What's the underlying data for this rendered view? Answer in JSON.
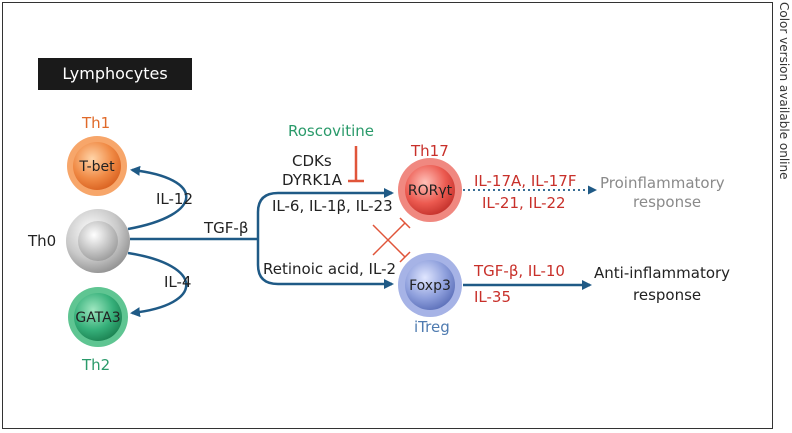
{
  "title": "Lymphocytes",
  "side_note": "Color version available online",
  "cells": {
    "th1": {
      "name": "Th1",
      "factor": "T-bet"
    },
    "th0": {
      "name": "Th0"
    },
    "th2": {
      "name": "Th2",
      "factor": "GATA3"
    },
    "th17": {
      "name": "Th17",
      "factor": "RORγt"
    },
    "itreg": {
      "name": "iTreg",
      "factor": "Foxp3"
    }
  },
  "labels": {
    "il12": "IL-12",
    "il4": "IL-4",
    "tgfb": "TGF-β",
    "roscovitine": "Roscovitine",
    "cdks": "CDKs",
    "dyrk1a": "DYRK1A",
    "th17_inducers": "IL-6, IL-1β, IL-23",
    "treg_inducers": "Retinoic acid, IL-2",
    "th17_cytokines_1": "IL-17A, IL-17F",
    "th17_cytokines_2": "IL-21, IL-22",
    "treg_cytokines_1": "TGF-β, IL-10",
    "treg_cytokines_2": "IL-35",
    "proinflammatory_1": "Proinflammatory",
    "proinflammatory_2": "response",
    "antiinflammatory_1": "Anti-inflammatory",
    "antiinflammatory_2": "response"
  },
  "colors": {
    "arrow_blue": "#1f5a86",
    "inhibit_red": "#e0553a",
    "th1": "#f07a3a",
    "th0": "#b5b5b5",
    "th2": "#2ea870",
    "th17": "#e8524a",
    "itreg": "#7f8fd0"
  }
}
